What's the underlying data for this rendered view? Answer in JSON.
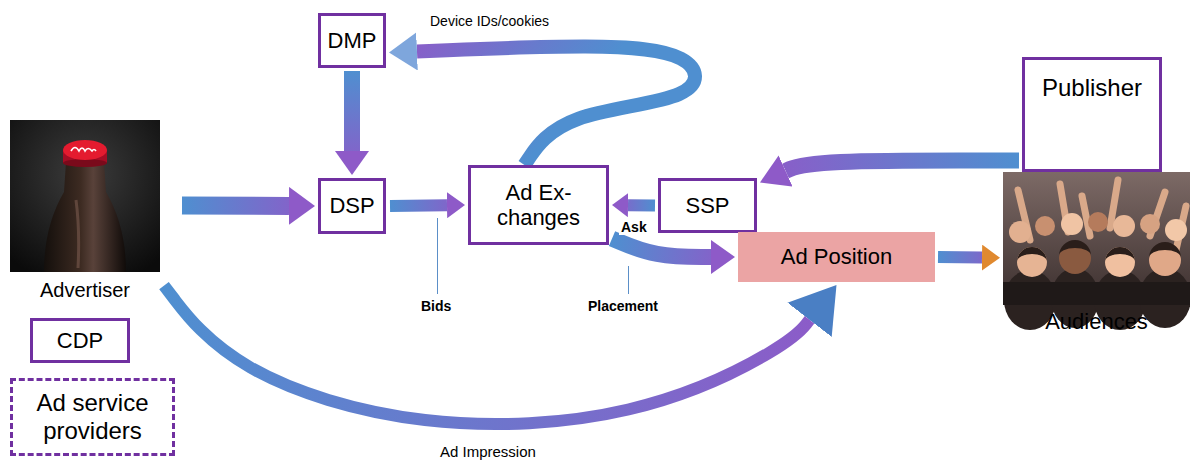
{
  "diagram": {
    "nodes": [
      {
        "text": [
          "DMP"
        ]
      },
      {
        "text": [
          "Publisher"
        ]
      },
      {
        "text": [
          "Advertiser"
        ]
      },
      {
        "text": [
          "DSP"
        ]
      },
      {
        "text": [
          "Ad Ex- changes"
        ]
      },
      {
        "text": [
          "SSP"
        ]
      },
      {
        "text": [
          "Ad Position"
        ]
      },
      {
        "text": [
          "Audiences"
        ]
      },
      {
        "text": [
          "CDP"
        ]
      },
      {
        "text": [
          "Ad service providers"
        ]
      }
    ],
    "edges": [
      {
        "from": 2,
        "to": 3,
        "arrow": "to"
      },
      {
        "from": 0,
        "to": 3,
        "arrow": "to"
      },
      {
        "from": 3,
        "to": 4,
        "label": "Bids",
        "arrow": "to"
      },
      {
        "from": 4,
        "to": 0,
        "label": "Device IDs/cookies",
        "arrow": "to"
      },
      {
        "from": 1,
        "to": 5,
        "arrow": "to"
      },
      {
        "from": 5,
        "to": 4,
        "label": "Ask",
        "arrow": "to"
      },
      {
        "from": 4,
        "to": 6,
        "label": "Placement",
        "arrow": "to"
      },
      {
        "from": 6,
        "to": 7,
        "arrow": "to"
      },
      {
        "from": 2,
        "to": 6,
        "label": "Ad Impression",
        "arrow": "to"
      }
    ]
  }
}
